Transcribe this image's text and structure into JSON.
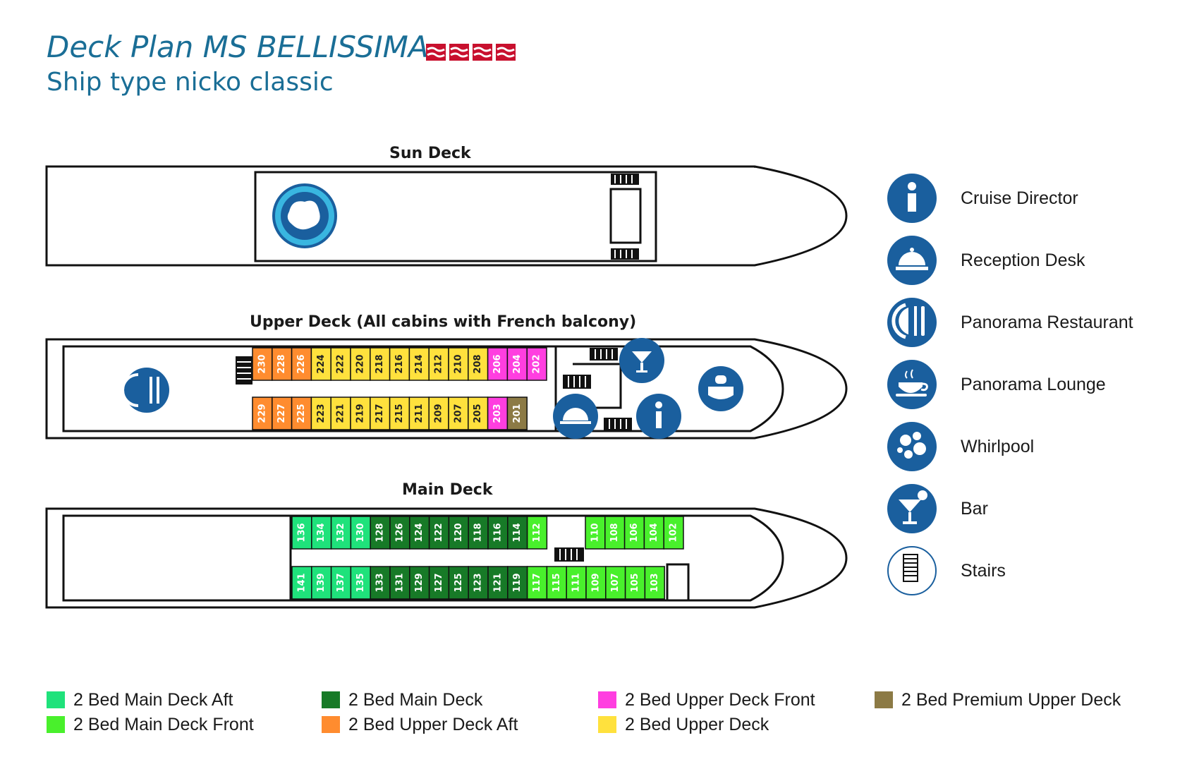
{
  "header": {
    "title": "Deck Plan MS BELLISSIMA",
    "subtitle": "Ship type nicko classic",
    "flag_color": "#c8102e"
  },
  "decks": {
    "sun": {
      "label": "Sun Deck"
    },
    "upper": {
      "label": "Upper Deck (All cabins with French balcony)"
    },
    "main": {
      "label": "Main Deck"
    }
  },
  "cabins": {
    "upper_top": [
      {
        "no": "230",
        "cat": "upper_aft"
      },
      {
        "no": "228",
        "cat": "upper_aft"
      },
      {
        "no": "226",
        "cat": "upper_aft"
      },
      {
        "no": "224",
        "cat": "upper"
      },
      {
        "no": "222",
        "cat": "upper"
      },
      {
        "no": "220",
        "cat": "upper"
      },
      {
        "no": "218",
        "cat": "upper"
      },
      {
        "no": "216",
        "cat": "upper"
      },
      {
        "no": "214",
        "cat": "upper"
      },
      {
        "no": "212",
        "cat": "upper"
      },
      {
        "no": "210",
        "cat": "upper"
      },
      {
        "no": "208",
        "cat": "upper"
      },
      {
        "no": "206",
        "cat": "upper_front"
      },
      {
        "no": "204",
        "cat": "upper_front"
      },
      {
        "no": "202",
        "cat": "upper_front"
      }
    ],
    "upper_bottom": [
      {
        "no": "229",
        "cat": "upper_aft"
      },
      {
        "no": "227",
        "cat": "upper_aft"
      },
      {
        "no": "225",
        "cat": "upper_aft"
      },
      {
        "no": "223",
        "cat": "upper"
      },
      {
        "no": "221",
        "cat": "upper"
      },
      {
        "no": "219",
        "cat": "upper"
      },
      {
        "no": "217",
        "cat": "upper"
      },
      {
        "no": "215",
        "cat": "upper"
      },
      {
        "no": "211",
        "cat": "upper"
      },
      {
        "no": "209",
        "cat": "upper"
      },
      {
        "no": "207",
        "cat": "upper"
      },
      {
        "no": "205",
        "cat": "upper"
      },
      {
        "no": "203",
        "cat": "upper_front"
      },
      {
        "no": "201",
        "cat": "premium"
      }
    ],
    "main_top_aft": [
      {
        "no": "136",
        "cat": "main_aft"
      },
      {
        "no": "134",
        "cat": "main_aft"
      },
      {
        "no": "132",
        "cat": "main_aft"
      },
      {
        "no": "130",
        "cat": "main_aft"
      },
      {
        "no": "128",
        "cat": "main"
      },
      {
        "no": "126",
        "cat": "main"
      },
      {
        "no": "124",
        "cat": "main"
      },
      {
        "no": "122",
        "cat": "main"
      },
      {
        "no": "120",
        "cat": "main"
      },
      {
        "no": "118",
        "cat": "main"
      },
      {
        "no": "116",
        "cat": "main"
      },
      {
        "no": "114",
        "cat": "main"
      },
      {
        "no": "112",
        "cat": "main_front"
      }
    ],
    "main_top_fwd": [
      {
        "no": "110",
        "cat": "main_front"
      },
      {
        "no": "108",
        "cat": "main_front"
      },
      {
        "no": "106",
        "cat": "main_front"
      },
      {
        "no": "104",
        "cat": "main_front"
      },
      {
        "no": "102",
        "cat": "main_front"
      }
    ],
    "main_bottom": [
      {
        "no": "141",
        "cat": "main_aft"
      },
      {
        "no": "139",
        "cat": "main_aft"
      },
      {
        "no": "137",
        "cat": "main_aft"
      },
      {
        "no": "135",
        "cat": "main_aft"
      },
      {
        "no": "133",
        "cat": "main"
      },
      {
        "no": "131",
        "cat": "main"
      },
      {
        "no": "129",
        "cat": "main"
      },
      {
        "no": "127",
        "cat": "main"
      },
      {
        "no": "125",
        "cat": "main"
      },
      {
        "no": "123",
        "cat": "main"
      },
      {
        "no": "121",
        "cat": "main"
      },
      {
        "no": "119",
        "cat": "main"
      },
      {
        "no": "117",
        "cat": "main_front"
      },
      {
        "no": "115",
        "cat": "main_front"
      },
      {
        "no": "111",
        "cat": "main_front"
      },
      {
        "no": "109",
        "cat": "main_front"
      },
      {
        "no": "107",
        "cat": "main_front"
      },
      {
        "no": "105",
        "cat": "main_front"
      },
      {
        "no": "103",
        "cat": "main_front"
      }
    ]
  },
  "categories": {
    "main_aft": {
      "label": "2 Bed Main Deck Aft",
      "color": "#1fe27b"
    },
    "main": {
      "label": "2 Bed Main Deck",
      "color": "#177a27"
    },
    "upper_front": {
      "label": "2 Bed Upper Deck Front",
      "color": "#ff3ee0"
    },
    "premium": {
      "label": "2 Bed Premium Upper Deck",
      "color": "#8c7a45"
    },
    "main_front": {
      "label": "2 Bed Main Deck Front",
      "color": "#49f02c"
    },
    "upper_aft": {
      "label": "2 Bed Upper Deck Aft",
      "color": "#ff8c2f"
    },
    "upper": {
      "label": "2 Bed Upper Deck",
      "color": "#ffe13d"
    }
  },
  "facilities": [
    {
      "icon": "info-icon",
      "label": "Cruise Director"
    },
    {
      "icon": "reception-bell-icon",
      "label": "Reception Desk"
    },
    {
      "icon": "restaurant-icon",
      "label": "Panorama Restaurant"
    },
    {
      "icon": "coffee-cup-icon",
      "label": "Panorama Lounge"
    },
    {
      "icon": "whirlpool-icon",
      "label": "Whirlpool"
    },
    {
      "icon": "cocktail-icon",
      "label": "Bar"
    },
    {
      "icon": "stairs-icon",
      "label": "Stairs"
    }
  ],
  "colors": {
    "brand_blue": "#1a5f9e",
    "title_blue": "#1a6e96"
  }
}
